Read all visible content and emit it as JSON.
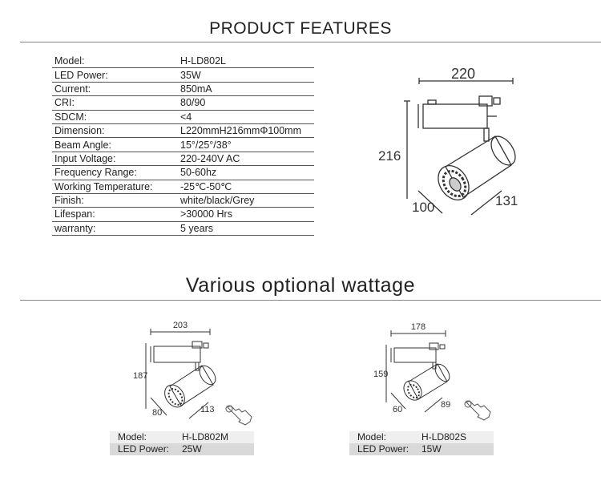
{
  "page": {
    "title": "PRODUCT FEATURES",
    "subtitle": "Various optional wattage"
  },
  "specs": [
    {
      "label": "Model:",
      "value": "H-LD802L"
    },
    {
      "label": "LED Power:",
      "value": "35W"
    },
    {
      "label": "Current:",
      "value": "850mA"
    },
    {
      "label": "CRI:",
      "value": "80/90"
    },
    {
      "label": "SDCM:",
      "value": "<4"
    },
    {
      "label": "Dimension:",
      "value": "L220mmH216mmΦ100mm"
    },
    {
      "label": "Beam Angle:",
      "value": "15°/25°/38°"
    },
    {
      "label": "Input Voltage:",
      "value": "220-240V AC"
    },
    {
      "label": "Frequency Range:",
      "value": "50-60hz"
    },
    {
      "label": "Working Temperature:",
      "value": "-25℃-50℃"
    },
    {
      "label": "Finish:",
      "value": "white/black/Grey"
    },
    {
      "label": "Lifespan:",
      "value": ">30000 Hrs"
    },
    {
      "label": "warranty:",
      "value": "5 years"
    }
  ],
  "main_diagram": {
    "length": "220",
    "height": "216",
    "diameter": "100",
    "depth": "131"
  },
  "variants": [
    {
      "model_label": "Model:",
      "model_value": "H-LD802M",
      "power_label": "LED Power:",
      "power_value": "25W",
      "dims": {
        "length": "203",
        "height": "187",
        "diameter": "80",
        "depth": "113"
      }
    },
    {
      "model_label": "Model:",
      "model_value": "H-LD802S",
      "power_label": "LED Power:",
      "power_value": "15W",
      "dims": {
        "length": "178",
        "height": "159",
        "diameter": "60",
        "depth": "89"
      }
    }
  ],
  "icons": {
    "variant_pointer": "hand-pointer-icon"
  }
}
